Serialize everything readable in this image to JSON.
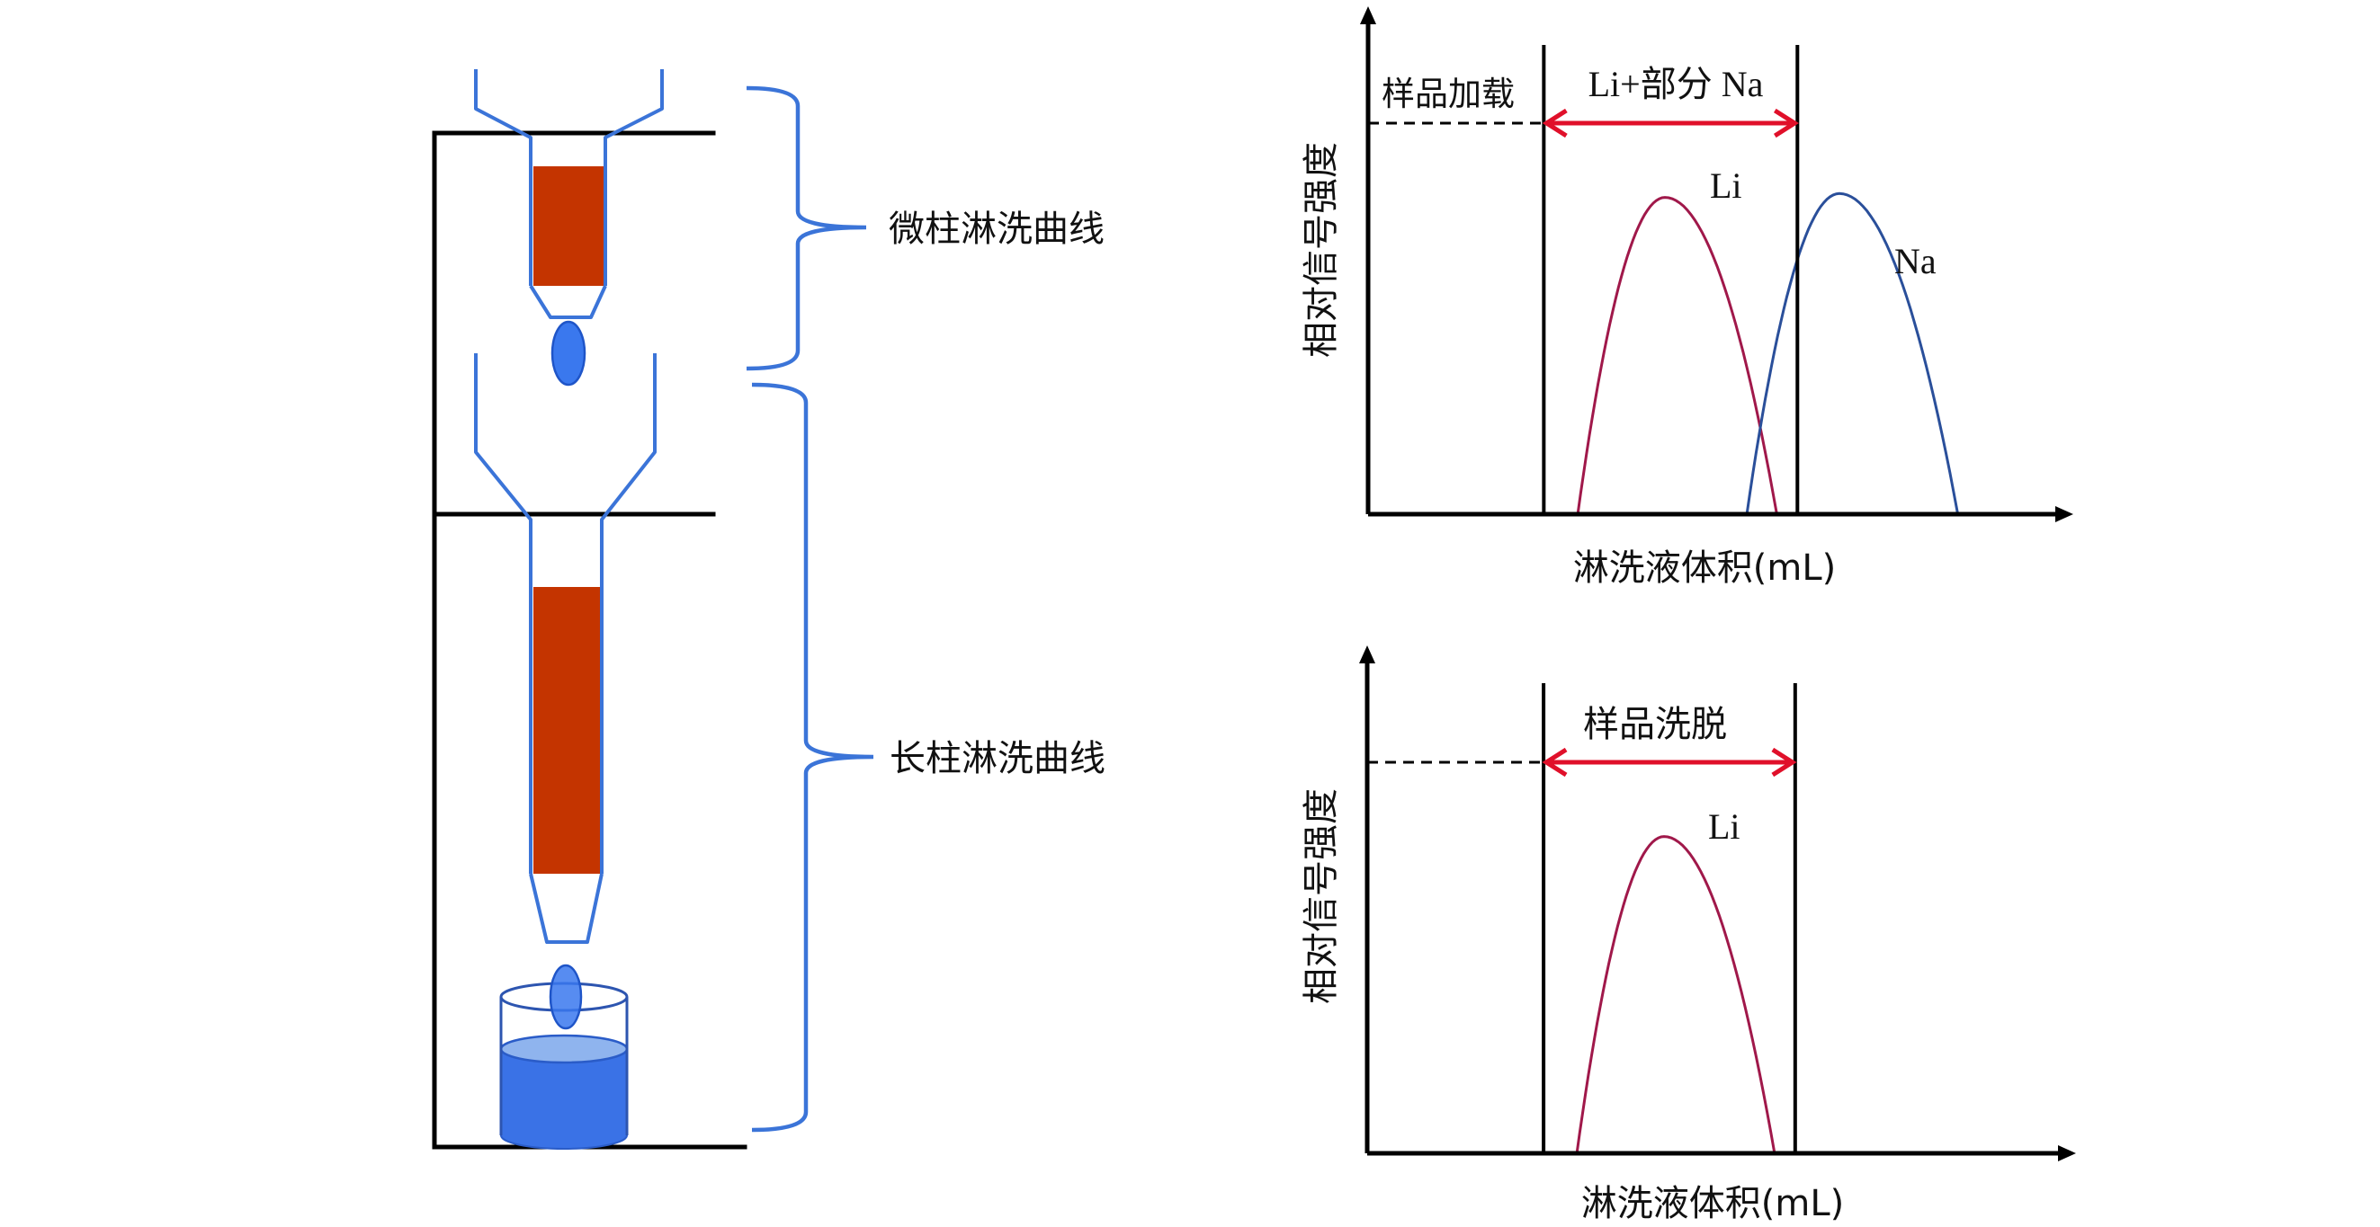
{
  "colors": {
    "apparatus_blue": "#3b74d8",
    "resin_red": "#c43400",
    "droplet_blue": "#3a78ee",
    "water_blue": "#3a72e6",
    "water_surface": "#8fb4ee",
    "frame_black": "#000000",
    "li_curve": "#a0184a",
    "na_curve": "#2a4f9a",
    "range_arrow": "#e0102a"
  },
  "apparatus": {
    "micro_column_label": "微柱淋洗曲线",
    "long_column_label": "长柱淋洗曲线"
  },
  "chart_data": [
    {
      "type": "line",
      "id": "top-chart",
      "title": "",
      "xlabel": "淋洗液体积(mL)",
      "ylabel": "相对信号强度",
      "xlim": [
        0,
        100
      ],
      "ylim": [
        0,
        1
      ],
      "grid": false,
      "axis_arrows": true,
      "ticks": "none",
      "reference_level": 1.0,
      "boundaries": [
        26.4,
        64.5
      ],
      "regions": [
        {
          "label": "样品加载",
          "from": 0,
          "to": 26.4
        },
        {
          "label": "Li+部分 Na",
          "from": 26.4,
          "to": 64.5,
          "double_arrow": true
        }
      ],
      "series": [
        {
          "name": "Li",
          "color_key": "li_curve",
          "start": 31.5,
          "peak_x": 44.6,
          "end": 61.4,
          "peak_y": 0.81
        },
        {
          "name": "Na",
          "color_key": "na_curve",
          "start": 56.9,
          "peak_x": 70.8,
          "end": 88.6,
          "peak_y": 0.82
        }
      ]
    },
    {
      "type": "line",
      "id": "bottom-chart",
      "title": "",
      "xlabel": "淋洗液体积(mL)",
      "ylabel": "相对信号强度",
      "xlim": [
        0,
        100
      ],
      "ylim": [
        0,
        1
      ],
      "grid": false,
      "axis_arrows": true,
      "ticks": "none",
      "reference_level": 1.0,
      "boundaries": [
        26.5,
        64.3
      ],
      "regions": [
        {
          "label": "样品洗脱",
          "from": 26.5,
          "to": 64.3,
          "double_arrow": true
        }
      ],
      "series": [
        {
          "name": "Li",
          "color_key": "li_curve",
          "start": 31.5,
          "peak_x": 44.6,
          "end": 61.2,
          "peak_y": 0.81
        }
      ]
    }
  ]
}
